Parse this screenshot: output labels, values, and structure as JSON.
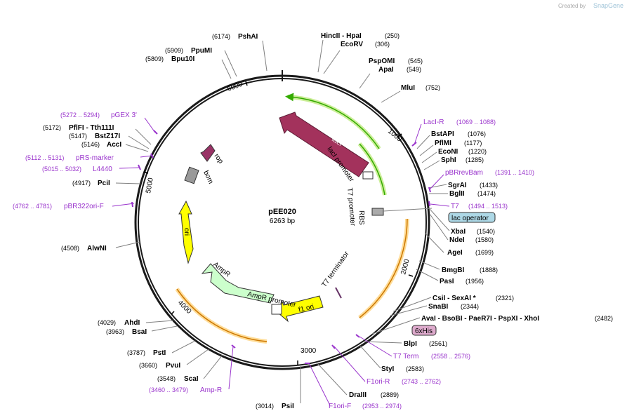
{
  "credit": {
    "created_by": "Created by",
    "brand": "SnapGene"
  },
  "plasmid": {
    "name": "pEE020",
    "size": "6263 bp"
  },
  "ticks": [
    "1000",
    "2000",
    "3000",
    "4000",
    "5000",
    "6000"
  ],
  "sites": [
    {
      "name": "HincII  - HpaI",
      "pos": "(250)"
    },
    {
      "name": "EcoRV",
      "pos": "(306)"
    },
    {
      "name": "PspOMI",
      "pos": "(545)"
    },
    {
      "name": "ApaI",
      "pos": "(549)"
    },
    {
      "name": "MluI",
      "pos": "(752)"
    },
    {
      "name": "BstAPI",
      "pos": "(1076)"
    },
    {
      "name": "PflMI",
      "pos": "(1177)"
    },
    {
      "name": "EcoNI",
      "pos": "(1220)"
    },
    {
      "name": "SphI",
      "pos": "(1285)"
    },
    {
      "name": "SgrAI",
      "pos": "(1433)"
    },
    {
      "name": "BglII",
      "pos": "(1474)"
    },
    {
      "name": "XbaI",
      "pos": "(1540)"
    },
    {
      "name": "NdeI",
      "pos": "(1580)"
    },
    {
      "name": "AgeI",
      "pos": "(1699)"
    },
    {
      "name": "BmgBI",
      "pos": "(1888)"
    },
    {
      "name": "PasI",
      "pos": "(1956)"
    },
    {
      "name": "CsiI  - SexAI *",
      "pos": "(2321)"
    },
    {
      "name": "SnaBI",
      "pos": "(2344)"
    },
    {
      "name": "AvaI  - BsoBI  - PaeR7I  - PspXI  - XhoI",
      "pos": "(2482)"
    },
    {
      "name": "BlpI",
      "pos": "(2561)"
    },
    {
      "name": "StyI",
      "pos": "(2583)"
    },
    {
      "name": "DraIII",
      "pos": "(2889)"
    },
    {
      "name": "PsiI",
      "pos": "(3014)"
    },
    {
      "name": "ScaI",
      "pos": "(3548)"
    },
    {
      "name": "PvuI",
      "pos": "(3660)"
    },
    {
      "name": "PstI",
      "pos": "(3787)"
    },
    {
      "name": "BsaI",
      "pos": "(3963)"
    },
    {
      "name": "AhdI",
      "pos": "(4029)"
    },
    {
      "name": "AlwNI",
      "pos": "(4508)"
    },
    {
      "name": "PciI",
      "pos": "(4917)"
    },
    {
      "name": "AccI",
      "pos": "(5146)"
    },
    {
      "name": "BstZ17I",
      "pos": "(5147)"
    },
    {
      "name": "PflFI  - Tth111I",
      "pos": "(5172)"
    },
    {
      "name": "Bpu10I",
      "pos": "(5809)"
    },
    {
      "name": "PpuMI",
      "pos": "(5909)"
    },
    {
      "name": "PshAI",
      "pos": "(6174)"
    }
  ],
  "primers": [
    {
      "name": "LacI-R",
      "pos": "(1069 .. 1088)"
    },
    {
      "name": "pBRrevBam",
      "pos": "(1391 .. 1410)"
    },
    {
      "name": "T7",
      "pos": "(1494 .. 1513)"
    },
    {
      "name": "T7 Term",
      "pos": "(2558 .. 2576)"
    },
    {
      "name": "F1ori-R",
      "pos": "(2743 .. 2762)"
    },
    {
      "name": "F1ori-F",
      "pos": "(2953 .. 2974)"
    },
    {
      "name": "Amp-R",
      "pos": "(3460 .. 3479)"
    },
    {
      "name": "pBR322ori-F",
      "pos": "(4762 .. 4781)"
    },
    {
      "name": "L4440",
      "pos": "(5015 .. 5032)"
    },
    {
      "name": "pRS-marker",
      "pos": "(5112 .. 5131)"
    },
    {
      "name": "pGEX 3'",
      "pos": "(5272 .. 5294)"
    }
  ],
  "features": {
    "laci": "lacI",
    "laci_promoter": "lacI promoter",
    "t7_promoter": "T7 promoter",
    "rbs": "RBS",
    "lac_operator": "lac operator",
    "his": "6xHis",
    "t7_terminator": "T7 terminator",
    "f1_ori": "f1 ori",
    "ampr": "AmpR",
    "ampr_promoter": "AmpR promoter",
    "ori": "ori",
    "bom": "bom",
    "rop": "rop"
  },
  "colors": {
    "backbone": "#1a1a1a",
    "laci": "#a3325c",
    "ampr": "#ccffcc",
    "ori": "#ffff00",
    "rop": "#993366",
    "bom": "#999999",
    "green_arrow": "#33aa00",
    "orange_arrow": "#cc7700",
    "primer": "#9933cc",
    "lac_operator_box": "#add8e6",
    "his_box": "#ddaacc"
  }
}
